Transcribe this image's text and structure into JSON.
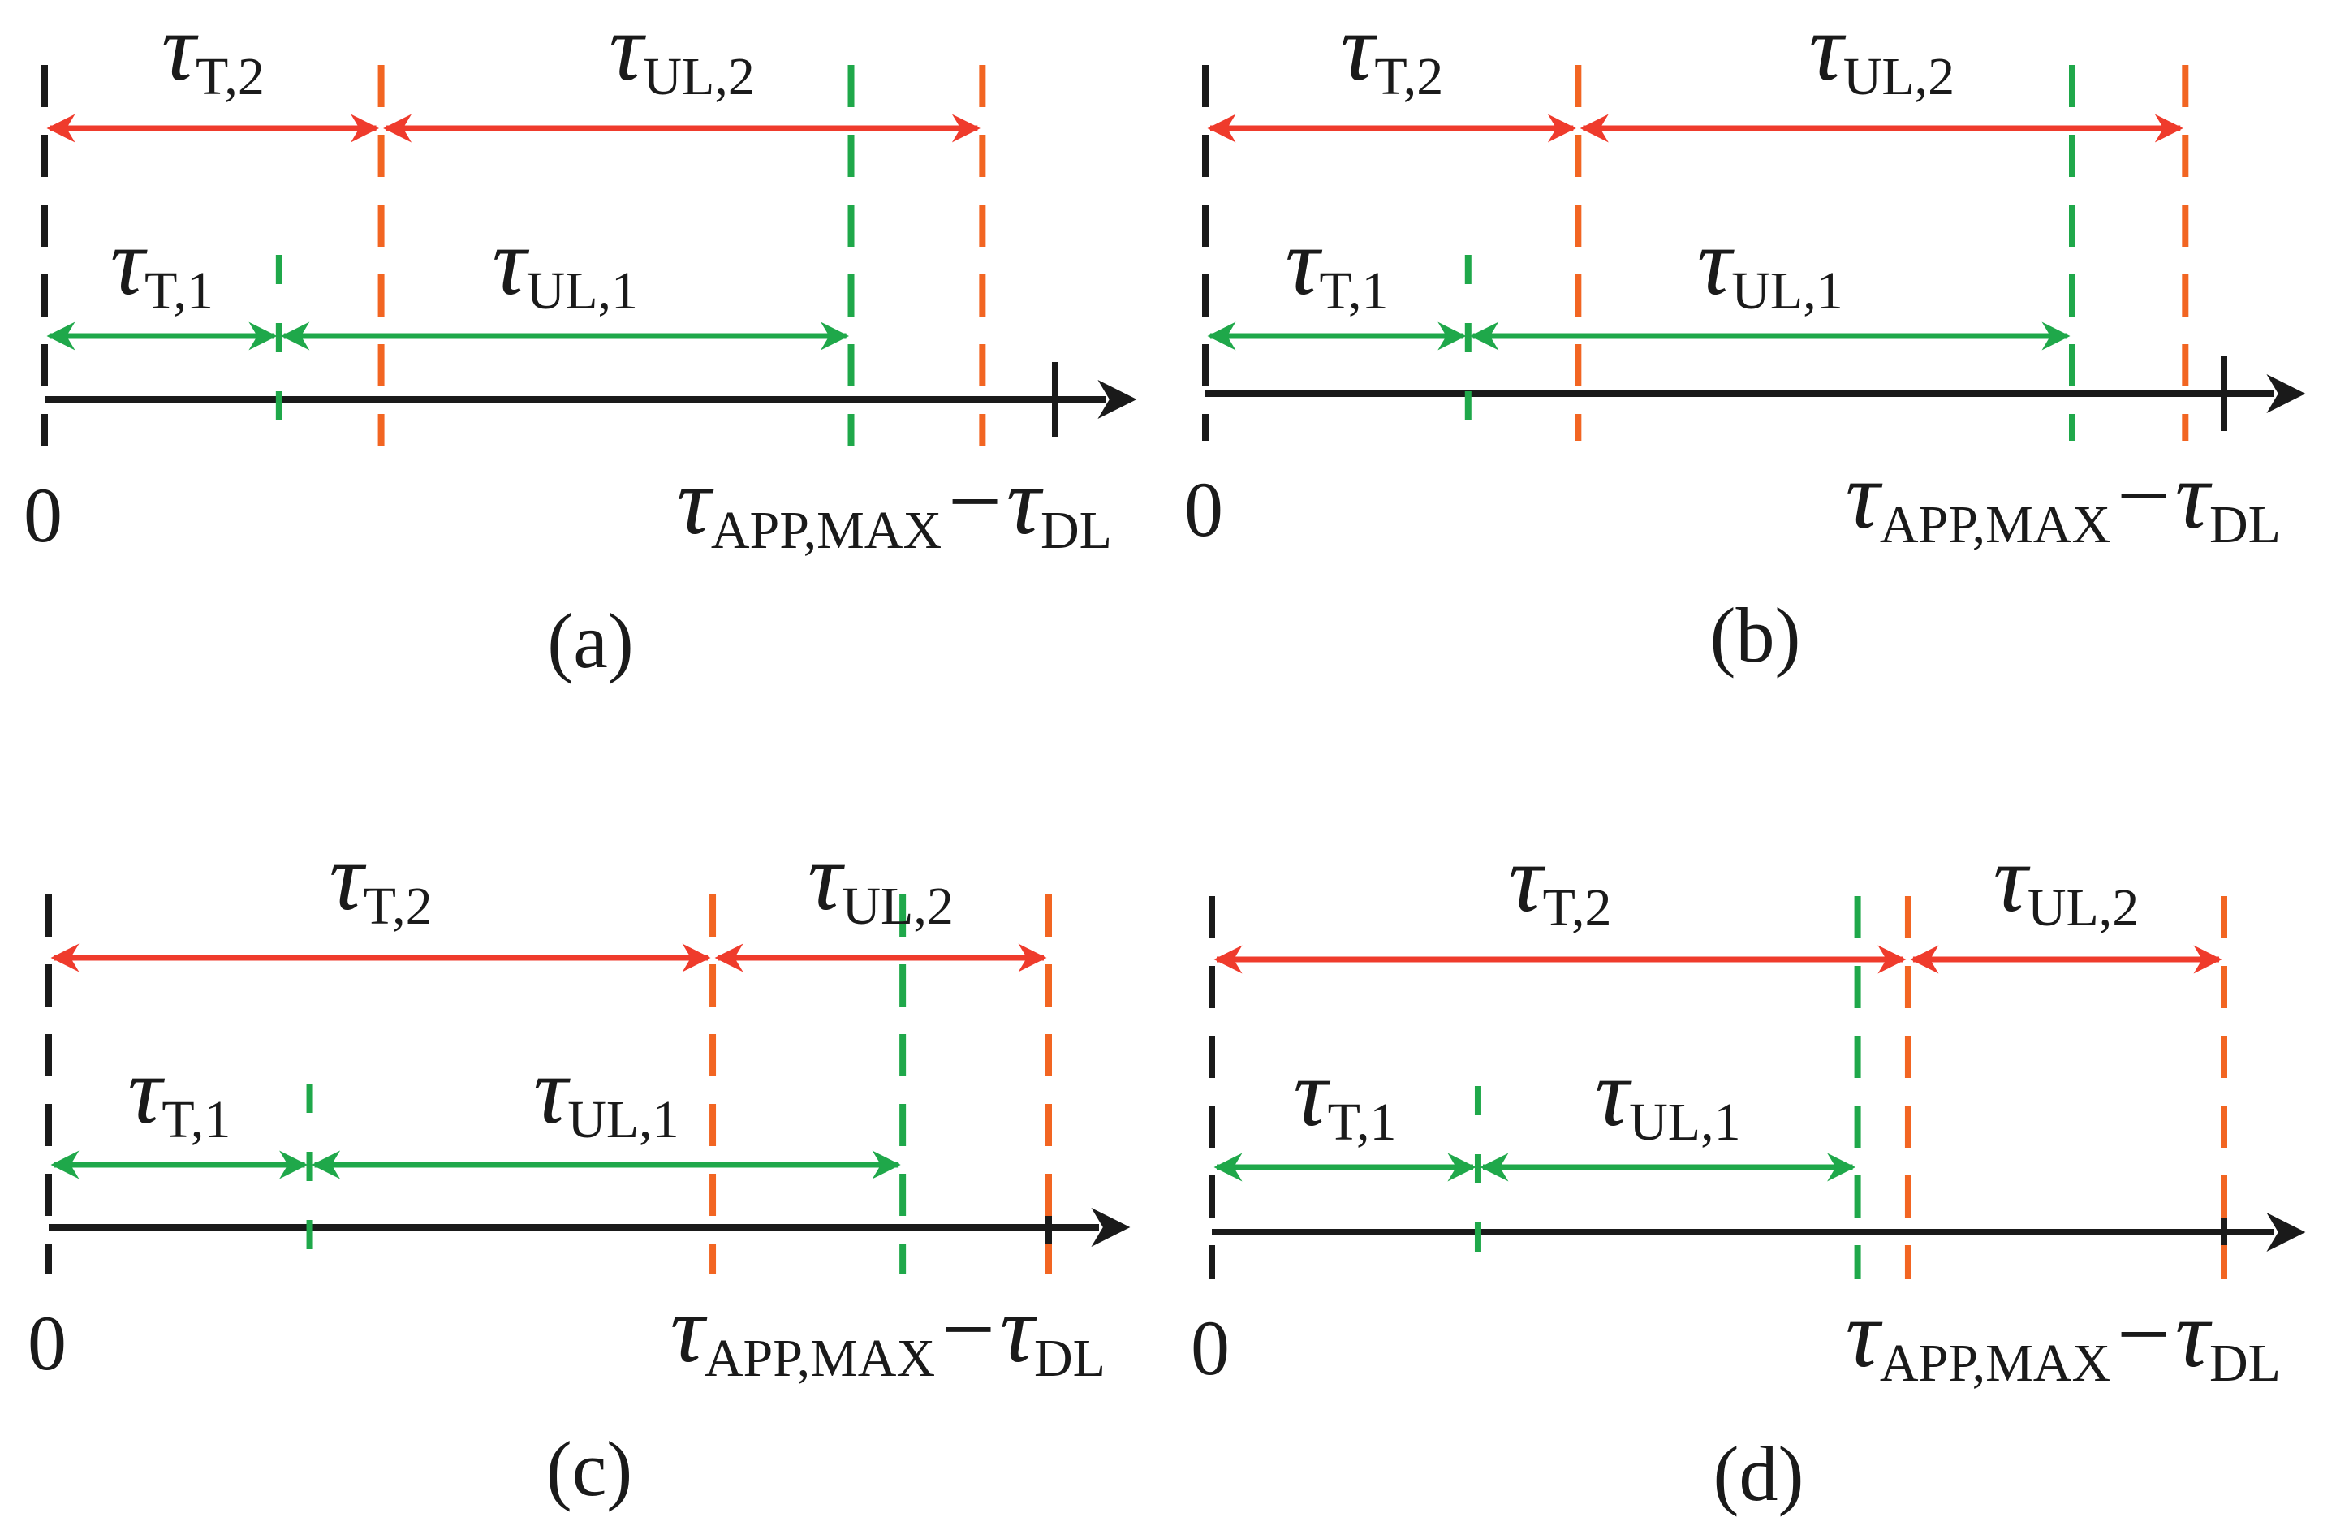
{
  "colors": {
    "axis": "#1a1a1a",
    "tier1": "#1fa84a",
    "tier2_arrow": "#ef3b2c",
    "tier2_tick": "#f26522"
  },
  "symbols": {
    "tau": "τ",
    "minus": "−",
    "origin": "0",
    "sub_t1": "T,1",
    "sub_ul1": "UL,1",
    "sub_t2": "T,2",
    "sub_ul2": "UL,2",
    "sub_appmax": "APP,MAX",
    "sub_dl": "DL"
  },
  "panels": [
    {
      "id": "a",
      "caption": "(a)",
      "t1": 0.232,
      "ul1": 0.566,
      "t2": 0.333,
      "ul2": 0.595
    },
    {
      "id": "b",
      "caption": "(b)",
      "t1": 0.258,
      "ul1": 0.593,
      "t2": 0.366,
      "ul2": 0.596
    },
    {
      "id": "c",
      "caption": "(c)",
      "t1": 0.261,
      "ul1": 0.593,
      "t2": 0.664,
      "ul2": 0.336
    },
    {
      "id": "d",
      "caption": "(d)",
      "t1": 0.263,
      "ul1": 0.375,
      "t2": 0.688,
      "ul2": 0.312
    }
  ]
}
